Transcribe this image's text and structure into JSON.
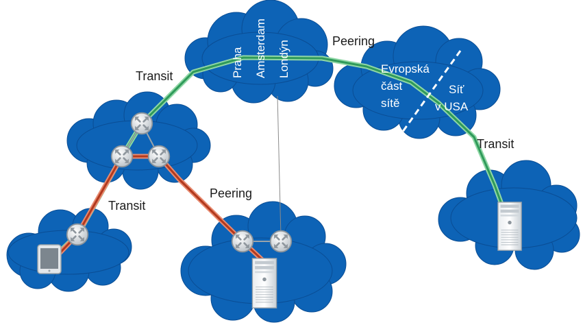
{
  "colors": {
    "cloud": "#0d63b6",
    "cloud_edge": "#0a4d94",
    "green_path": "#2f9a5a",
    "green_glow": "#8fd7a5",
    "red_path": "#b23a1e",
    "red_glow": "#e88a70",
    "label_dark": "#1a1a1a",
    "label_light": "#ffffff"
  },
  "labels": {
    "transit_top": "Transit",
    "peering_top": "Peering",
    "peering_mid": "Peering",
    "transit_left": "Transit",
    "transit_right": "Transit"
  },
  "backbone_cloud": {
    "cities": [
      "Praha",
      "Amsterdam",
      "Londýn"
    ]
  },
  "europe_usa_cloud": {
    "europe_lines": [
      "Evropská",
      "část",
      "sítě"
    ],
    "usa_lines": [
      "Síť",
      "v USA"
    ]
  },
  "icons": {
    "router": "router-icon",
    "server": "server-icon",
    "phone": "phone-icon"
  }
}
